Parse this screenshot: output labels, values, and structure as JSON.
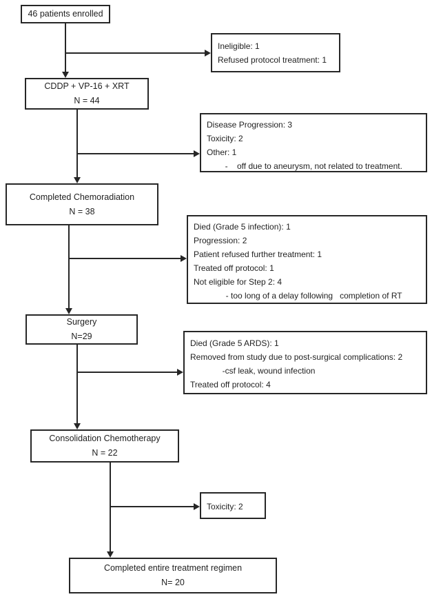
{
  "diagram_type": "patient-flow-consort-diagram",
  "colors": {
    "background": "#ffffff",
    "line": "#262626",
    "text": "#1f1f1f"
  },
  "boxes": {
    "enrolled": {
      "label": "46 patients enrolled"
    },
    "cddp": {
      "title": "CDDP + VP-16 + XRT",
      "n": "N = 44"
    },
    "ineligible": {
      "lines": [
        "Ineligible: 1",
        "Refused protocol treatment: 1"
      ]
    },
    "chemoradiation_losses": {
      "lines": [
        "Disease Progression: 3",
        "Toxicity: 2",
        "Other: 1",
        "        -    off due to aneurysm, not related to treatment."
      ]
    },
    "completed_chemoradiation": {
      "title": "Completed Chemoradiation",
      "n": "N = 38"
    },
    "step2_losses": {
      "lines": [
        "Died (Grade 5 infection): 1",
        "Progression: 2",
        "Patient refused further treatment: 1",
        "Treated off protocol: 1",
        "Not eligible for Step 2: 4",
        "              - too long of a delay following   completion of RT"
      ]
    },
    "surgery": {
      "title": "Surgery",
      "n": "N=29"
    },
    "surgery_losses": {
      "lines": [
        "Died (Grade 5 ARDS): 1",
        "Removed from study due to post-surgical complications: 2",
        "              -csf leak, wound infection",
        "Treated off protocol: 4"
      ]
    },
    "consolidation": {
      "title": "Consolidation Chemotherapy",
      "n": "N = 22"
    },
    "toxicity": {
      "lines": [
        "Toxicity: 2"
      ]
    },
    "completed_regimen": {
      "title": "Completed entire treatment regimen",
      "n": "N= 20"
    }
  }
}
